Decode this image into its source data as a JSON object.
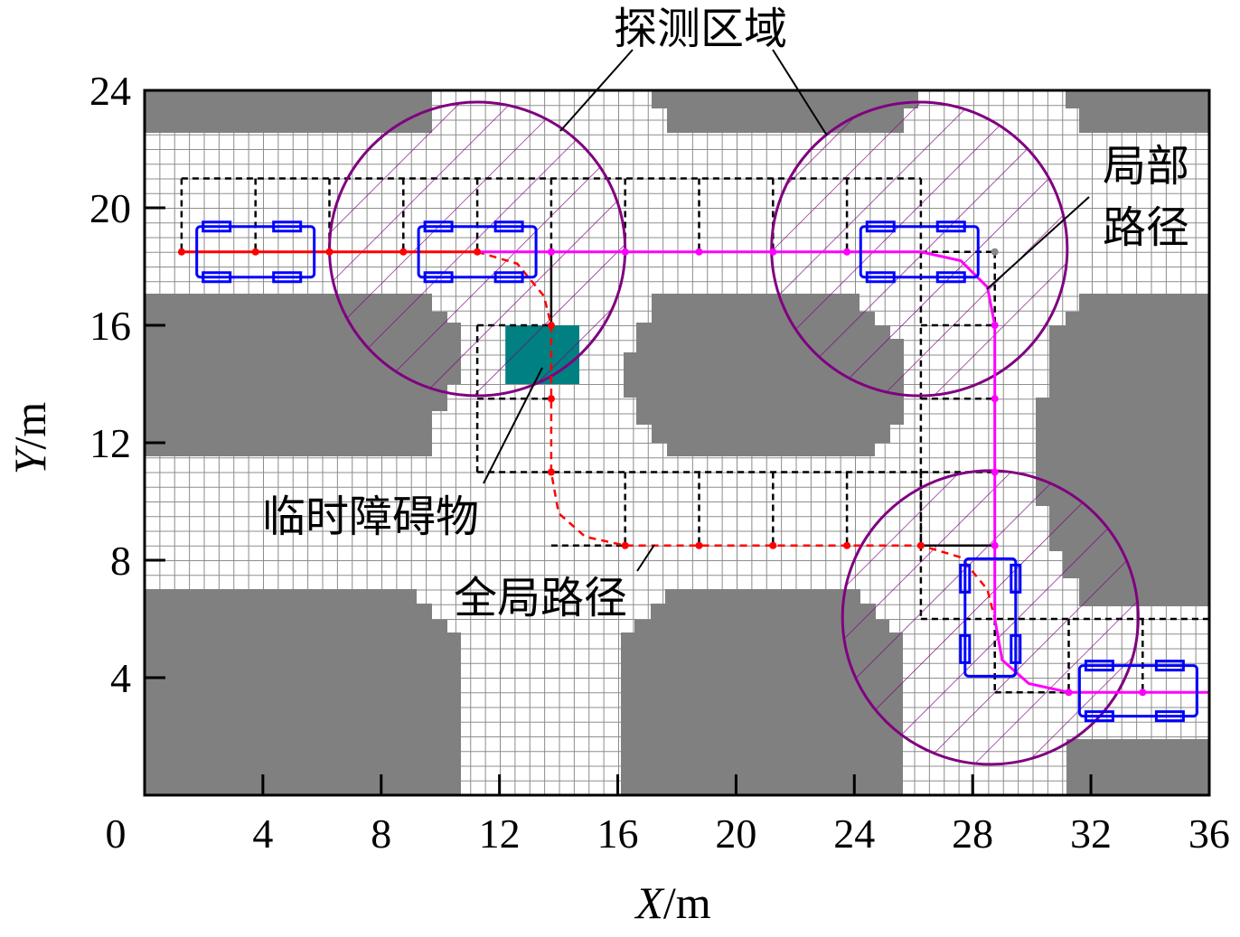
{
  "chart_data": {
    "type": "line",
    "title": "",
    "xlabel_var": "X",
    "xlabel_unit": "/m",
    "ylabel_var": "Y",
    "ylabel_unit": "/m",
    "xlim": [
      0,
      36
    ],
    "ylim": [
      0,
      24
    ],
    "xticks": [
      "0",
      "4",
      "8",
      "12",
      "16",
      "20",
      "24",
      "28",
      "32",
      "36"
    ],
    "yticks": [
      "4",
      "8",
      "12",
      "16",
      "20",
      "24"
    ],
    "annotations": {
      "detection_zone": "探测区域",
      "local_path_line1": "局部",
      "local_path_line2": "路径",
      "temporary_obstacle": "临时障碍物",
      "global_path": "全局路径"
    },
    "colors": {
      "global_path": "#ff0000",
      "local_path": "#ff00ff",
      "vehicle": "#0000ff",
      "detection_zone": "#800080",
      "obstacle": "#808080",
      "temporary_obstacle": "#008080"
    },
    "global_path_solid": [
      [
        1.25,
        18.5
      ],
      [
        11.25,
        18.5
      ]
    ],
    "global_path_dashed": [
      [
        11.25,
        18.5
      ],
      [
        12.6,
        18.1
      ],
      [
        13.5,
        17
      ],
      [
        13.75,
        16
      ],
      [
        13.75,
        11
      ],
      [
        14.0,
        9.6
      ],
      [
        14.9,
        8.8
      ],
      [
        16.25,
        8.5
      ],
      [
        26.25,
        8.5
      ],
      [
        27.6,
        8.1
      ],
      [
        28.5,
        7
      ],
      [
        28.75,
        6
      ]
    ],
    "global_nodes": [
      [
        1.25,
        18.5
      ],
      [
        3.75,
        18.5
      ],
      [
        6.25,
        18.5
      ],
      [
        8.75,
        18.5
      ],
      [
        11.25,
        18.5
      ],
      [
        13.75,
        16
      ],
      [
        13.75,
        13.5
      ],
      [
        13.75,
        11
      ],
      [
        16.25,
        8.5
      ],
      [
        18.75,
        8.5
      ],
      [
        21.25,
        8.5
      ],
      [
        23.75,
        8.5
      ],
      [
        26.25,
        8.5
      ]
    ],
    "local_path": [
      [
        11.25,
        18.5
      ],
      [
        26.25,
        18.5
      ],
      [
        27.6,
        18.2
      ],
      [
        28.5,
        17.3
      ],
      [
        28.75,
        16
      ],
      [
        28.75,
        6
      ],
      [
        29.0,
        4.6
      ],
      [
        29.9,
        3.8
      ],
      [
        31.25,
        3.5
      ],
      [
        36,
        3.5
      ]
    ],
    "local_nodes": [
      [
        13.75,
        18.5
      ],
      [
        16.25,
        18.5
      ],
      [
        18.75,
        18.5
      ],
      [
        21.25,
        18.5
      ],
      [
        23.75,
        18.5
      ],
      [
        28.75,
        16
      ],
      [
        28.75,
        13.5
      ],
      [
        28.75,
        11
      ],
      [
        28.75,
        8.5
      ],
      [
        31.25,
        3.5
      ],
      [
        33.75,
        3.5
      ]
    ],
    "detection_zones": [
      {
        "cx": 11.25,
        "cy": 18.6,
        "r": 5
      },
      {
        "cx": 26.2,
        "cy": 18.6,
        "r": 5
      },
      {
        "cx": 28.6,
        "cy": 6.05,
        "r": 5
      }
    ],
    "vehicles": [
      {
        "cx": 3.75,
        "cy": 18.5,
        "heading": "horizontal"
      },
      {
        "cx": 11.25,
        "cy": 18.5,
        "heading": "horizontal"
      },
      {
        "cx": 26.2,
        "cy": 18.5,
        "heading": "horizontal"
      },
      {
        "cx": 28.6,
        "cy": 6.05,
        "heading": "vertical"
      },
      {
        "cx": 33.6,
        "cy": 3.55,
        "heading": "horizontal"
      }
    ],
    "temporary_obstacle_rect": {
      "x0": 12.2,
      "x1": 14.7,
      "y0": 14,
      "y1": 16
    }
  }
}
